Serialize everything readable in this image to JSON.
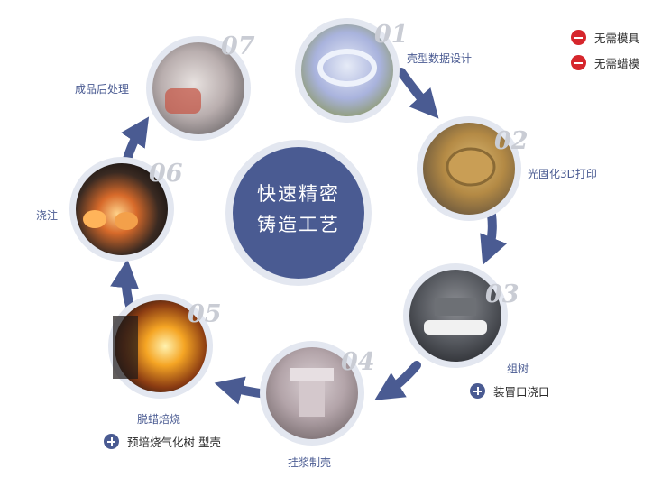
{
  "center": {
    "line1": "快速精密",
    "line2": "铸造工艺"
  },
  "legend": [
    {
      "icon": "minus",
      "label": "无需模具"
    },
    {
      "icon": "minus",
      "label": "无需蜡模"
    }
  ],
  "steps": [
    {
      "num": "01",
      "label": "壳型数据设计",
      "extra": ""
    },
    {
      "num": "02",
      "label": "光固化3D打印",
      "extra": ""
    },
    {
      "num": "03",
      "label": "组树",
      "extra": "装冒口浇口"
    },
    {
      "num": "04",
      "label": "挂浆制壳",
      "extra": ""
    },
    {
      "num": "05",
      "label": "脱蜡焙烧",
      "extra": "预培烧气化树 型壳"
    },
    {
      "num": "06",
      "label": "浇注",
      "extra": ""
    },
    {
      "num": "07",
      "label": "成品后处理",
      "extra": ""
    }
  ],
  "colors": {
    "accent": "#4a5b92",
    "ring": "#e3e7f0",
    "minus_badge": "#d6262c"
  }
}
